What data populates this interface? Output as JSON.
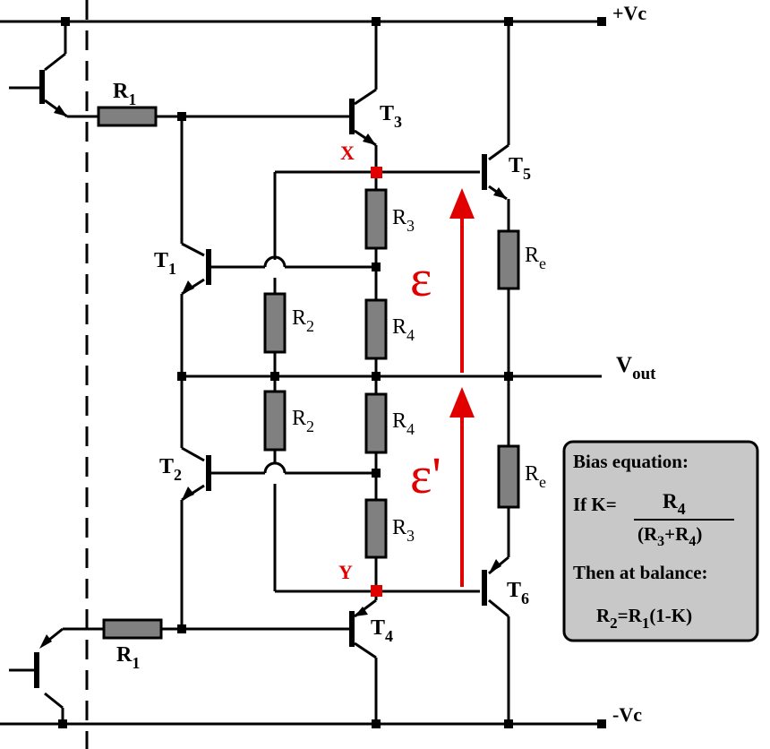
{
  "rails": {
    "positive": "+Vc",
    "negative": "-Vc"
  },
  "output": {
    "main": "V",
    "sub": "out"
  },
  "transistors": {
    "t1": {
      "main": "T",
      "sub": "1"
    },
    "t2": {
      "main": "T",
      "sub": "2"
    },
    "t3": {
      "main": "T",
      "sub": "3"
    },
    "t4": {
      "main": "T",
      "sub": "4"
    },
    "t5": {
      "main": "T",
      "sub": "5"
    },
    "t6": {
      "main": "T",
      "sub": "6"
    }
  },
  "resistors": {
    "r1_top": {
      "main": "R",
      "sub": "1"
    },
    "r1_bottom": {
      "main": "R",
      "sub": "1"
    },
    "r2_top": {
      "main": "R",
      "sub": "2"
    },
    "r2_bottom": {
      "main": "R",
      "sub": "2"
    },
    "r3_top": {
      "main": "R",
      "sub": "3"
    },
    "r3_bottom": {
      "main": "R",
      "sub": "3"
    },
    "r4_top": {
      "main": "R",
      "sub": "4"
    },
    "r4_bottom": {
      "main": "R",
      "sub": "4"
    },
    "re_top": {
      "main": "R",
      "sub": "e"
    },
    "re_bottom": {
      "main": "R",
      "sub": "e"
    }
  },
  "nodes": {
    "x": "X",
    "y": "Y"
  },
  "emf": {
    "top": "ε",
    "bottom": "ε'"
  },
  "bias_panel": {
    "title": "Bias equation:",
    "if_prefix": "If K=",
    "numerator": {
      "main": "R",
      "sub": "4"
    },
    "denominator": {
      "open": "(R",
      "sub1": "3",
      "plus": "+R",
      "sub2": "4",
      "close": ")"
    },
    "then_label": "Then at balance:",
    "result": {
      "r2": "R",
      "r2sub": "2",
      "eq": "=R",
      "r1sub": "1",
      "tail": "(1-K)"
    }
  },
  "colors": {
    "wire": "#000000",
    "resistor_fill": "#808080",
    "node_red": "#e00000",
    "arrow_red": "#e00000",
    "panel_fill": "#c8c8c8"
  }
}
